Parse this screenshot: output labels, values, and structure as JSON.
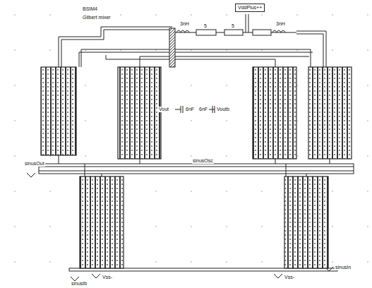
{
  "diagram": {
    "nodes": [
      {
        "text": [
          "VddPlus++"
        ]
      }
    ],
    "labels": [
      "BSIM4",
      "Gilbert mixer",
      "3nH",
      "5",
      "5",
      "3nH",
      "Vout",
      "6nF",
      "6nF",
      "Voutb",
      "sinusOut",
      "sinusOsc",
      "sinusIb",
      "Vss-",
      "Vss-",
      "sinusIn"
    ]
  }
}
